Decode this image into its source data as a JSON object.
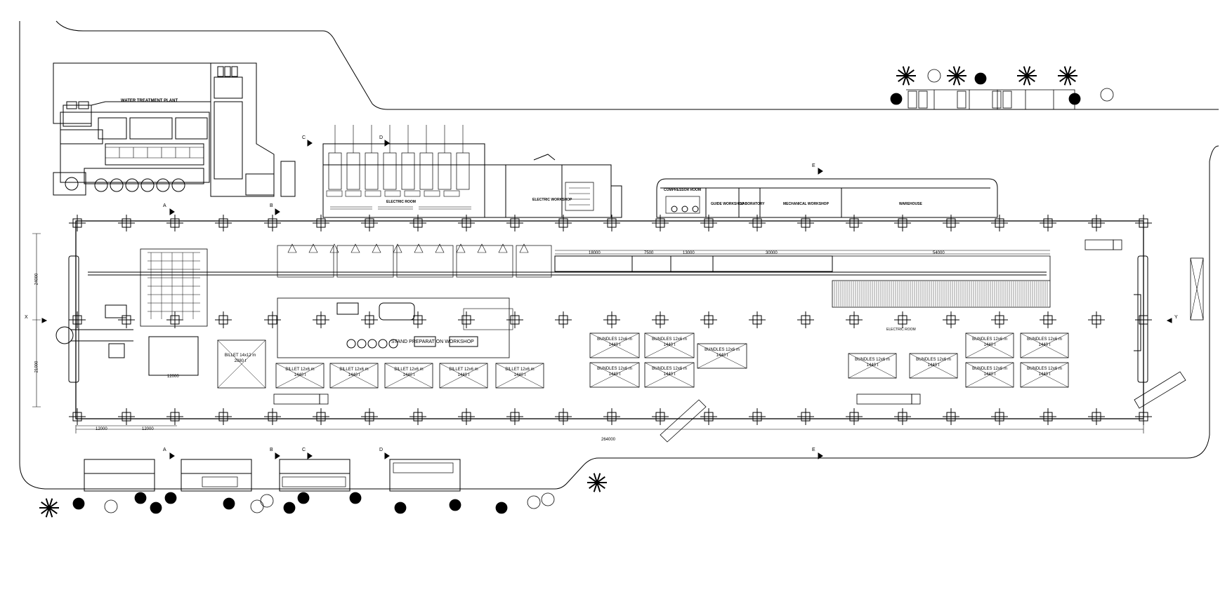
{
  "labels": {
    "water_treatment_plant": "WATER TREATMENT PLANT",
    "electric_room_1": "ELECTRIC ROOM",
    "electric_workshop": "ELECTRIC WORKSHOP",
    "compressor_room": "COMPRESSOR ROOM",
    "guide_workshop": "GUIDE WORKSHOP",
    "laboratory": "LABORATORY",
    "mechanical_workshop": "MECHANICAL WORKSHOP",
    "warehouse": "WAREHOUSE",
    "stand_preparation": "STAND PREPARATION WORKSHOP",
    "electric_room_2": "ELECTRIC ROOM"
  },
  "section_marks": {
    "a": "A",
    "b": "B",
    "c": "C",
    "d": "D",
    "e": "E",
    "x": "X",
    "y": "Y"
  },
  "dimensions": {
    "d_18000": "18000",
    "d_7500": "7500",
    "d_13000a": "13000",
    "d_30000": "30000",
    "d_54000": "54000",
    "d_24000": "24000",
    "d_21000": "21000",
    "d_12000a": "12000",
    "d_12000b": "12000",
    "d_12000c": "12000",
    "d_264000": "264000"
  },
  "storage": {
    "billet_first_line1": "BILLET 14x12 m",
    "billet_first_line2": "2880 t",
    "billet_line1": "BILLET 12x6 m",
    "billet_line2": "1440 t",
    "bundles_line1": "BUNDLES 12x6 m",
    "bundles_line2": "1440 t"
  },
  "colors": {
    "line": "#000000",
    "background": "#ffffff"
  }
}
